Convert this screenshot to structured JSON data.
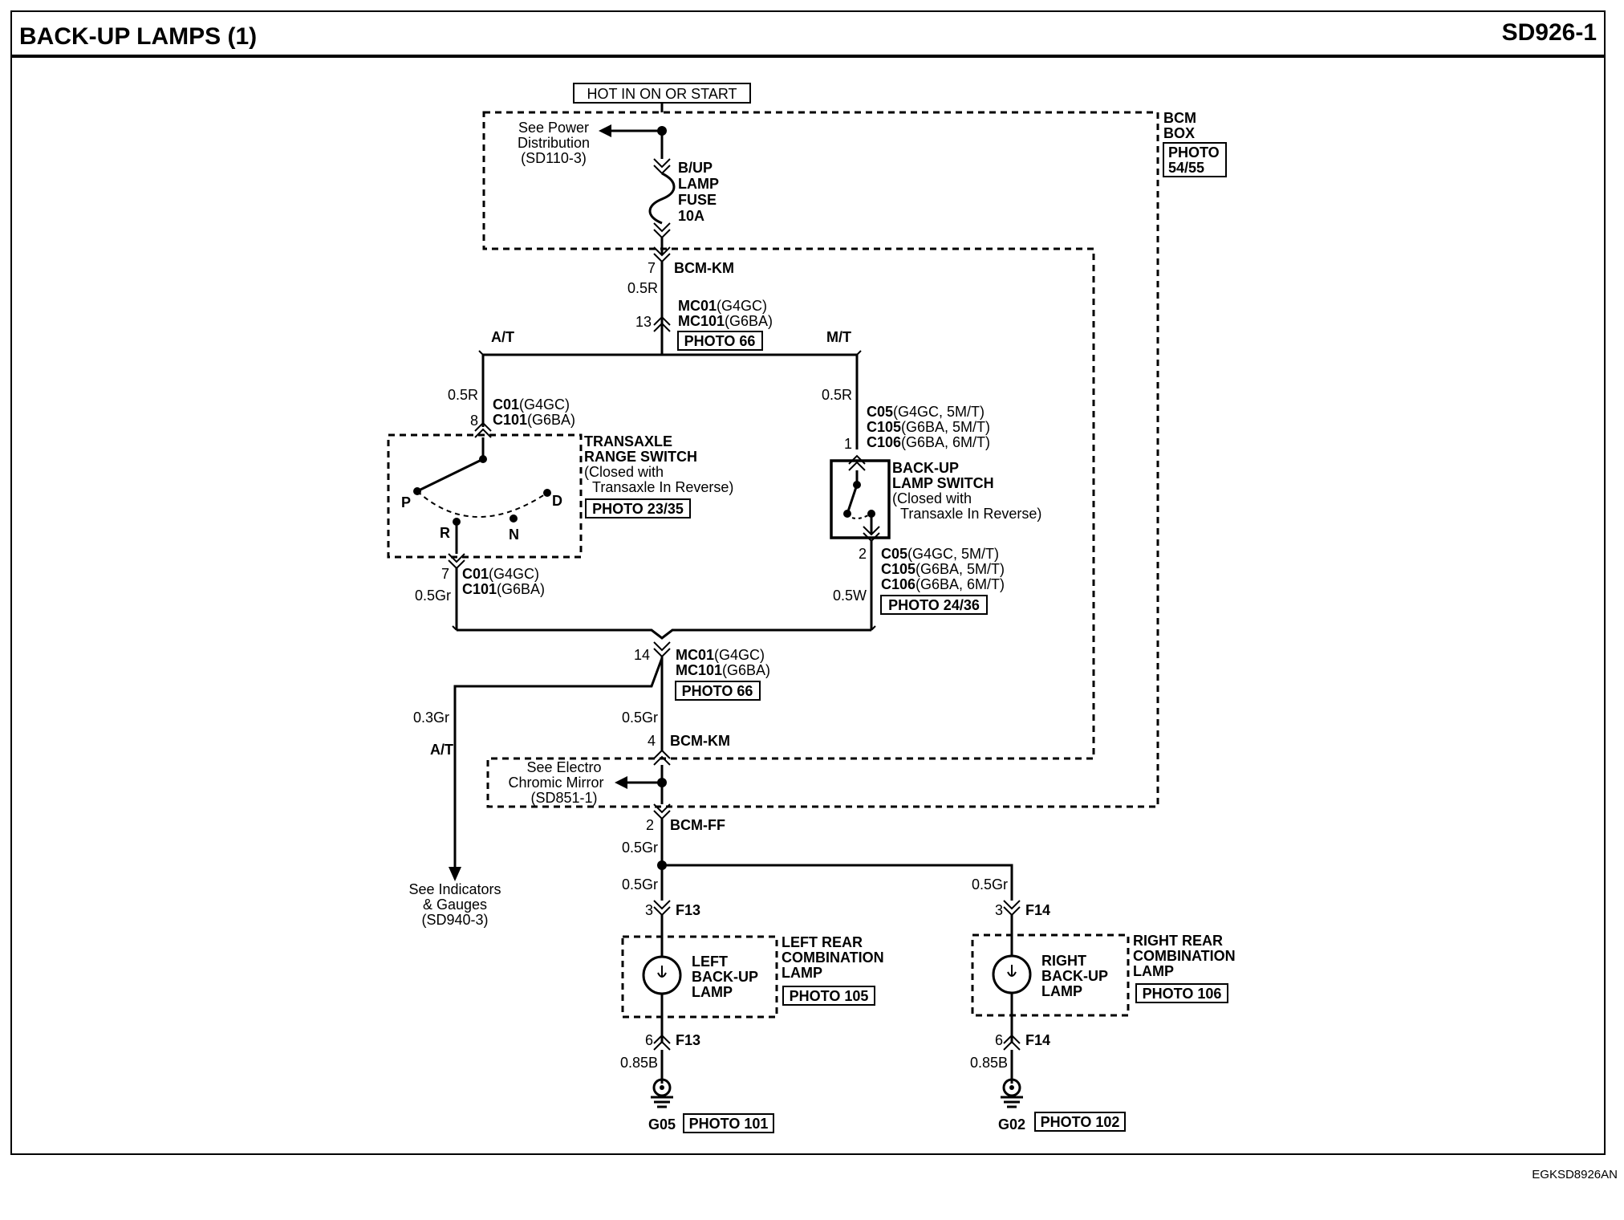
{
  "header": {
    "title": "BACK-UP LAMPS (1)",
    "code": "SD926-1"
  },
  "footer_code": "EGKSD8926AN",
  "power": {
    "hot_label": "HOT IN ON OR START",
    "see_power": [
      "See Power",
      "Distribution",
      "(SD110-3)"
    ],
    "fuse": [
      "B/UP",
      "LAMP",
      "FUSE",
      "10A"
    ],
    "bcm_box": [
      "BCM",
      "BOX"
    ],
    "bcm_photo": [
      "PHOTO",
      "54/55"
    ]
  },
  "bcm_km_top": {
    "pin": "7",
    "name": "BCM-KM",
    "wire": "0.5R"
  },
  "mc01_top": {
    "pin": "13",
    "c1": "MC01",
    "c1s": "(G4GC)",
    "c2": "MC101",
    "c2s": "(G6BA)",
    "photo": "PHOTO 66"
  },
  "at_label": "A/T",
  "mt_label": "M/T",
  "at_branch": {
    "wire": "0.5R",
    "pin": "8",
    "c1": "C01",
    "c1s": "(G4GC)",
    "c2": "C101",
    "c2s": "(G6BA)",
    "switch": [
      "TRANSAXLE",
      "RANGE SWITCH"
    ],
    "note": [
      "(Closed with",
      "Transaxle In Reverse)"
    ],
    "photo": "PHOTO 23/35",
    "positions": [
      "P",
      "R",
      "N",
      "D"
    ],
    "pin_out": "7",
    "wire_out": "0.5Gr",
    "c1o": "C01",
    "c1os": "(G4GC)",
    "c2o": "C101",
    "c2os": "(G6BA)"
  },
  "mt_branch": {
    "wire": "0.5R",
    "pin": "1",
    "c1": "C05",
    "c1s": "(G4GC, 5M/T)",
    "c2": "C105",
    "c2s": "(G6BA, 5M/T)",
    "c3": "C106",
    "c3s": "(G6BA, 6M/T)",
    "switch": [
      "BACK-UP",
      "LAMP SWITCH"
    ],
    "note": [
      "(Closed with",
      "Transaxle In Reverse)"
    ],
    "pin_out": "2",
    "wire_out": "0.5W",
    "photo": "PHOTO 24/36"
  },
  "mc01_bottom": {
    "pin": "14",
    "c1": "MC01",
    "c1s": "(G4GC)",
    "c2": "MC101",
    "c2s": "(G6BA)",
    "photo": "PHOTO 66"
  },
  "indicator_branch": {
    "wire": "0.3Gr",
    "label": "A/T",
    "see": [
      "See Indicators",
      "& Gauges",
      "(SD940-3)"
    ]
  },
  "bcm_km_bottom": {
    "wire": "0.5Gr",
    "pin": "4",
    "name": "BCM-KM"
  },
  "electro": [
    "See Electro",
    "Chromic Mirror",
    "(SD851-1)"
  ],
  "bcm_ff": {
    "pin": "2",
    "name": "BCM-FF",
    "wire": "0.5Gr"
  },
  "left_lamp": {
    "wire_in": "0.5Gr",
    "pin_in": "3",
    "conn_in": "F13",
    "lamp": [
      "LEFT",
      "BACK-UP",
      "LAMP"
    ],
    "assembly": [
      "LEFT REAR",
      "COMBINATION",
      "LAMP"
    ],
    "photo": "PHOTO 105",
    "pin_out": "6",
    "conn_out": "F13",
    "wire_out": "0.85B",
    "ground": "G05",
    "ground_photo": "PHOTO 101"
  },
  "right_lamp": {
    "wire_in": "0.5Gr",
    "pin_in": "3",
    "conn_in": "F14",
    "lamp": [
      "RIGHT",
      "BACK-UP",
      "LAMP"
    ],
    "assembly": [
      "RIGHT REAR",
      "COMBINATION",
      "LAMP"
    ],
    "photo": "PHOTO 106",
    "pin_out": "6",
    "conn_out": "F14",
    "wire_out": "0.85B",
    "ground": "G02",
    "ground_photo": "PHOTO 102"
  }
}
